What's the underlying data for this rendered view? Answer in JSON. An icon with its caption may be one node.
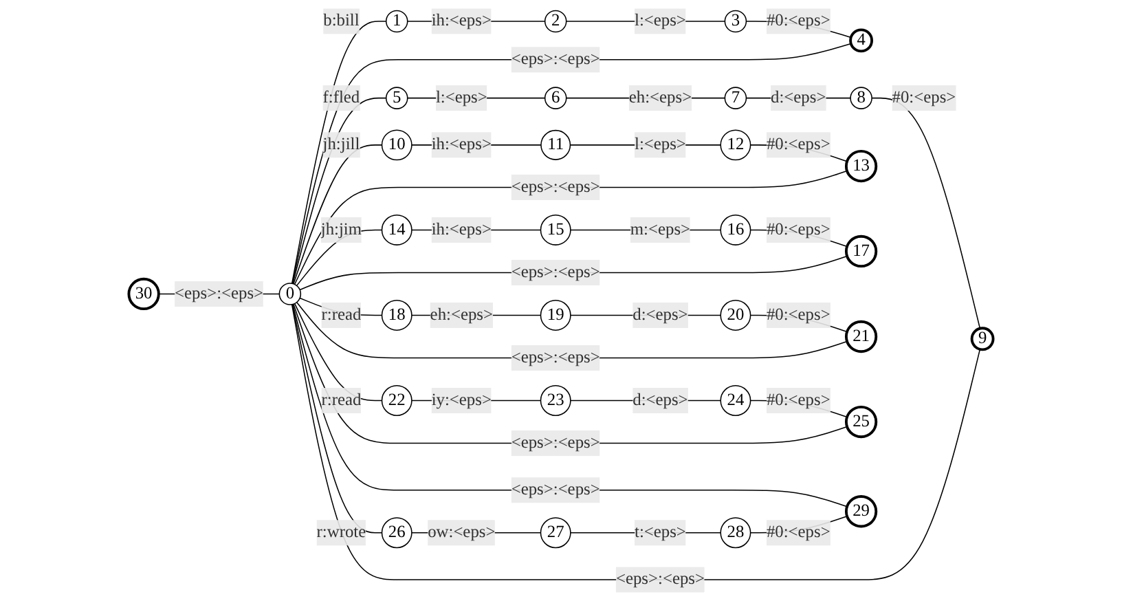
{
  "diagram": {
    "nodes": [
      {
        "text": [
          "0"
        ]
      },
      {
        "text": [
          "1"
        ]
      },
      {
        "text": [
          "2"
        ]
      },
      {
        "text": [
          "3"
        ]
      },
      {
        "text": [
          "4"
        ]
      },
      {
        "text": [
          "5"
        ]
      },
      {
        "text": [
          "6"
        ]
      },
      {
        "text": [
          "7"
        ]
      },
      {
        "text": [
          "8"
        ]
      },
      {
        "text": [
          "9"
        ]
      },
      {
        "text": [
          "10"
        ]
      },
      {
        "text": [
          "11"
        ]
      },
      {
        "text": [
          "12"
        ]
      },
      {
        "text": [
          "13"
        ]
      },
      {
        "text": [
          "14"
        ]
      },
      {
        "text": [
          "15"
        ]
      },
      {
        "text": [
          "16"
        ]
      },
      {
        "text": [
          "17"
        ]
      },
      {
        "text": [
          "18"
        ]
      },
      {
        "text": [
          "19"
        ]
      },
      {
        "text": [
          "20"
        ]
      },
      {
        "text": [
          "21"
        ]
      },
      {
        "text": [
          "22"
        ]
      },
      {
        "text": [
          "23"
        ]
      },
      {
        "text": [
          "24"
        ]
      },
      {
        "text": [
          "25"
        ]
      },
      {
        "text": [
          "26"
        ]
      },
      {
        "text": [
          "27"
        ]
      },
      {
        "text": [
          "28"
        ]
      },
      {
        "text": [
          "29"
        ]
      },
      {
        "text": [
          "30"
        ]
      }
    ],
    "edges": [
      {
        "from": 30,
        "to": 0,
        "arrow": "none",
        "label": "<eps>:<eps>"
      },
      {
        "from": 0,
        "to": 1,
        "arrow": "none",
        "label": "b:bill"
      },
      {
        "from": 1,
        "to": 2,
        "arrow": "none",
        "label": "ih:<eps>"
      },
      {
        "from": 2,
        "to": 3,
        "arrow": "none",
        "label": "l:<eps>"
      },
      {
        "from": 3,
        "to": 4,
        "arrow": "none",
        "label": "#0:<eps>"
      },
      {
        "from": 0,
        "to": 4,
        "arrow": "none",
        "label": "<eps>:<eps>"
      },
      {
        "from": 0,
        "to": 10,
        "arrow": "none",
        "label": "jh:jill"
      },
      {
        "from": 10,
        "to": 11,
        "arrow": "none",
        "label": "ih:<eps>"
      },
      {
        "from": 11,
        "to": 12,
        "arrow": "none",
        "label": "l:<eps>"
      },
      {
        "from": 12,
        "to": 13,
        "arrow": "none",
        "label": "#0:<eps>"
      },
      {
        "from": 0,
        "to": 13,
        "arrow": "none",
        "label": "<eps>:<eps>"
      },
      {
        "from": 0,
        "to": 14,
        "arrow": "none",
        "label": "jh:jim"
      },
      {
        "from": 14,
        "to": 15,
        "arrow": "none",
        "label": "ih:<eps>"
      },
      {
        "from": 15,
        "to": 16,
        "arrow": "none",
        "label": "m:<eps>"
      },
      {
        "from": 16,
        "to": 17,
        "arrow": "none",
        "label": "#0:<eps>"
      },
      {
        "from": 0,
        "to": 17,
        "arrow": "none",
        "label": "<eps>:<eps>"
      },
      {
        "from": 0,
        "to": 5,
        "arrow": "none",
        "label": "f:fled"
      },
      {
        "from": 5,
        "to": 6,
        "arrow": "none",
        "label": "l:<eps>"
      },
      {
        "from": 6,
        "to": 7,
        "arrow": "none",
        "label": "eh:<eps>"
      },
      {
        "from": 7,
        "to": 8,
        "arrow": "none",
        "label": "d:<eps>"
      },
      {
        "from": 8,
        "to": 9,
        "arrow": "none",
        "label": "#0:<eps>"
      },
      {
        "from": 0,
        "to": 18,
        "arrow": "none",
        "label": "r:read"
      },
      {
        "from": 18,
        "to": 19,
        "arrow": "none",
        "label": "eh:<eps>"
      },
      {
        "from": 19,
        "to": 20,
        "arrow": "none",
        "label": "d:<eps>"
      },
      {
        "from": 20,
        "to": 21,
        "arrow": "none",
        "label": "#0:<eps>"
      },
      {
        "from": 0,
        "to": 21,
        "arrow": "none",
        "label": "<eps>:<eps>"
      },
      {
        "from": 0,
        "to": 9,
        "arrow": "none",
        "label": "<eps>:<eps>"
      },
      {
        "from": 0,
        "to": 22,
        "arrow": "none",
        "label": "r:read"
      },
      {
        "from": 22,
        "to": 23,
        "arrow": "none",
        "label": "iy:<eps>"
      },
      {
        "from": 23,
        "to": 24,
        "arrow": "none",
        "label": "d:<eps>"
      },
      {
        "from": 24,
        "to": 25,
        "arrow": "none",
        "label": "#0:<eps>"
      },
      {
        "from": 0,
        "to": 25,
        "arrow": "none",
        "label": "<eps>:<eps>"
      },
      {
        "from": 0,
        "to": 29,
        "arrow": "none",
        "label": "<eps>:<eps>"
      },
      {
        "from": 0,
        "to": 26,
        "arrow": "none",
        "label": "r:wrote"
      },
      {
        "from": 26,
        "to": 27,
        "arrow": "none",
        "label": "ow:<eps>"
      },
      {
        "from": 27,
        "to": 28,
        "arrow": "none",
        "label": "t:<eps>"
      },
      {
        "from": 28,
        "to": 29,
        "arrow": "none",
        "label": "#0:<eps>"
      }
    ]
  }
}
